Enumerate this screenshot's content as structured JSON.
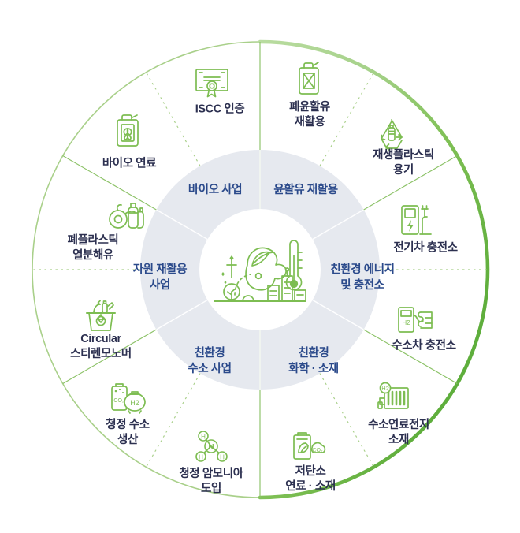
{
  "diagram": {
    "title": "친환경 사업 포트폴리오 원형 다이어그램",
    "colors": {
      "ring_accent": "#5fae3c",
      "ring_light": "#a9d08a",
      "inner_fill": "#e6e9ef",
      "icon_green": "#7dbd52",
      "label_navy": "#2c3050",
      "sector_navy": "#2b4a8b",
      "center_white": "#ffffff"
    },
    "center": {
      "icon": "eco-environment-scene-icon",
      "icon_parts": [
        "leaf",
        "thermometer",
        "tree",
        "city-buildings",
        "sparkle"
      ]
    },
    "sectors": [
      {
        "id": "bio",
        "label_line1": "바이오 사업",
        "label_line2": ""
      },
      {
        "id": "lubricant",
        "label_line1": "윤활유 재활용",
        "label_line2": ""
      },
      {
        "id": "energy",
        "label_line1": "친환경 에너지",
        "label_line2": "및 충전소"
      },
      {
        "id": "chemical",
        "label_line1": "친환경",
        "label_line2": "화학 · 소재"
      },
      {
        "id": "hydrogen",
        "label_line1": "친환경",
        "label_line2": "수소 사업"
      },
      {
        "id": "resource",
        "label_line1": "자원 재활용",
        "label_line2": "사업"
      }
    ],
    "segments": [
      {
        "id": "iscc",
        "label_line1": "ISCC 인증",
        "label_line2": "",
        "icon": "certificate-icon"
      },
      {
        "id": "waste-oil",
        "label_line1": "폐윤활유",
        "label_line2": "재활용",
        "icon": "jerrycan-icon"
      },
      {
        "id": "recycled-pet",
        "label_line1": "재생플라스틱",
        "label_line2": "용기",
        "icon": "recycle-bottle-icon"
      },
      {
        "id": "ev-charger",
        "label_line1": "전기차 충전소",
        "label_line2": "",
        "icon": "ev-charging-station-icon"
      },
      {
        "id": "h2-charger",
        "label_line1": "수소차 충전소",
        "label_line2": "",
        "icon": "hydrogen-charging-station-icon"
      },
      {
        "id": "fuel-cell",
        "label_line1": "수소연료전지",
        "label_line2": "소재",
        "icon": "fuel-cell-stack-icon"
      },
      {
        "id": "low-carbon",
        "label_line1": "저탄소",
        "label_line2": "연료 · 소재",
        "icon": "low-carbon-fuel-icon"
      },
      {
        "id": "ammonia",
        "label_line1": "청정 암모니아",
        "label_line2": "도입",
        "icon": "ammonia-molecule-icon"
      },
      {
        "id": "clean-h2",
        "label_line1": "청정 수소",
        "label_line2": "생산",
        "icon": "hydrogen-tank-icon"
      },
      {
        "id": "circular-sm",
        "label_line1": "Circular",
        "label_line2": "스티렌모노머",
        "icon": "recycling-bin-icon"
      },
      {
        "id": "pyrolysis-oil",
        "label_line1": "폐플라스틱",
        "label_line2": "열분해유",
        "icon": "waste-plastic-bottles-icon"
      },
      {
        "id": "bio-fuel",
        "label_line1": "바이오 연료",
        "label_line2": "",
        "icon": "biofuel-can-icon"
      }
    ]
  }
}
